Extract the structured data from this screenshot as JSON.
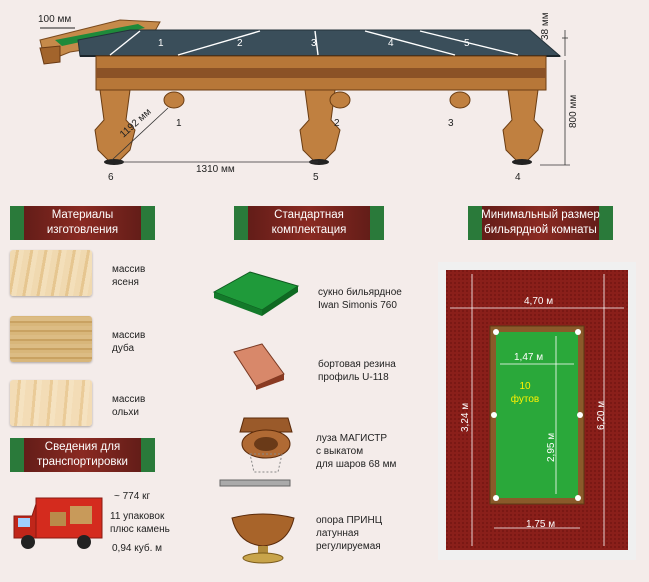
{
  "table": {
    "rail_width": "100 мм",
    "height_cushion": "38 мм",
    "height_total": "800 мм",
    "width": "1192 мм",
    "length_half": "1310 мм",
    "pocket_numbers": [
      "1",
      "2",
      "3",
      "4",
      "5"
    ],
    "leg_numbers": [
      "1",
      "2",
      "3",
      "4",
      "5",
      "6"
    ]
  },
  "materials": {
    "header": "Материалы\nизготовления",
    "items": [
      {
        "label": "массив\nясеня"
      },
      {
        "label": "массив\nдуба"
      },
      {
        "label": "массив\nольхи"
      }
    ]
  },
  "transport": {
    "header": "Сведения для\nтранспортировки",
    "weight": "~ 774 кг",
    "packages": "11 упаковок\nплюс камень",
    "volume": "0,94 куб. м"
  },
  "kit": {
    "header": "Стандартная\nкомплектация",
    "items": [
      {
        "label": "сукно бильярдное\nIwan Simonis 760"
      },
      {
        "label": "бортовая резина\nпрофиль U-118"
      },
      {
        "label": "луза МАГИСТР\nс выкатом\nдля шаров 68 мм"
      },
      {
        "label": "опора ПРИНЦ\nлатунная\nрегулируемая"
      }
    ]
  },
  "room": {
    "header": "Минимальный размер\nбильярдной комнаты",
    "room_width": "4,70 м",
    "room_length": "6,20 м",
    "side_clearance": "3,24 м",
    "table_width_top": "1,47 м",
    "table_length": "2,95 м",
    "table_width_bottom": "1,75 м",
    "table_size": "10\nфутов"
  }
}
